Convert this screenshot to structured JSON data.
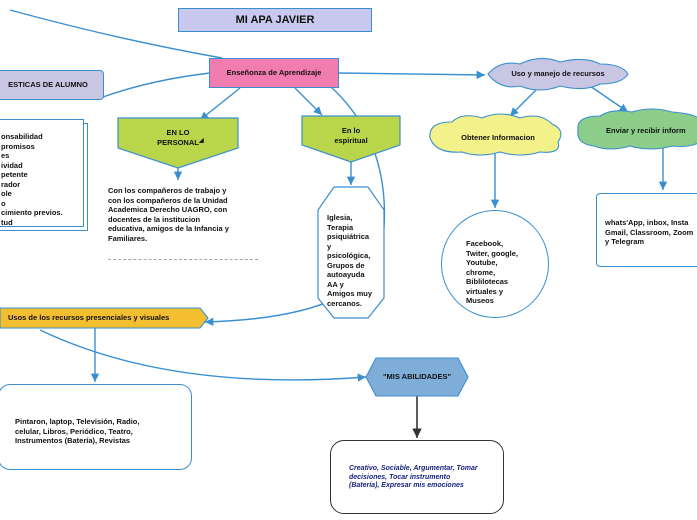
{
  "colors": {
    "line": "#3a8fd0",
    "dark_line": "#333333",
    "title_fill": "#c9c8ee",
    "title_border": "#3a8fd0",
    "center_fill": "#f07cb0",
    "alumno_fill": "#c9c6e4",
    "triangle_fill": "#b9d54a",
    "yellow_cloud": "#f3f18a",
    "green_cloud": "#8dcd8a",
    "cloud_star": "#c9c6e4",
    "usos_fill": "#f3bf30",
    "habilidades_fill": "#7eaed8",
    "italic_text": "#1a237e"
  },
  "title": "MI APA JAVIER",
  "center": "Enseñonza de Aprendizaje",
  "alumno": "ESTICAS DE ALUMNO",
  "alumno_list": "onsabilidad\npromisos\nes\nividad\npetente\nrador\nole\no\ncimiento previos.\ntud",
  "personal": {
    "label": "EN    LO\nPERSONAL",
    "text": "Con los compañeros de trabajo y\ncon los compañeros de la Unidad\nAcademica Derecho UAGRO, con\ndocentes de la institucion\neducativa, amigos de la Infancia y\nFamiliares."
  },
  "espiritual": {
    "label": "En lo\nespiritual",
    "text": "Iglesia,\nTerapia\npsiquiátrica\ny\npsicológica,\nGrupos de\nautoayuda\nAA y\nAmigos muy\ncercanos."
  },
  "recursos": "Uso y manejo de recursos",
  "obtener": {
    "label": "Obtener Informacion",
    "text": "Facebook,\nTwiter, google,\nYoutube,\nchrome,\nBiblilotecas\nvirtuales y\nMuseos"
  },
  "enviar": {
    "label": "Enviar y recibir inform",
    "text": "whats'App, inbox, Insta\nGmail, Classroom, Zoom\ny Telegram"
  },
  "usos": {
    "label": "Usos de los recursos presenciales y visuales",
    "text": "Pintaron, laptop, Televisión, Radio,\ncelular, Libros, Periódico, Teatro,\nInstrumentos (Batería), Revistas"
  },
  "habilidades": {
    "label": "\"MIS ABILIDADES\"",
    "text": "Creativo, Sociable, Argumentar, Tomar\ndecisiones, Tocar instrumento\n(Batería), Expresar mis emociones"
  }
}
